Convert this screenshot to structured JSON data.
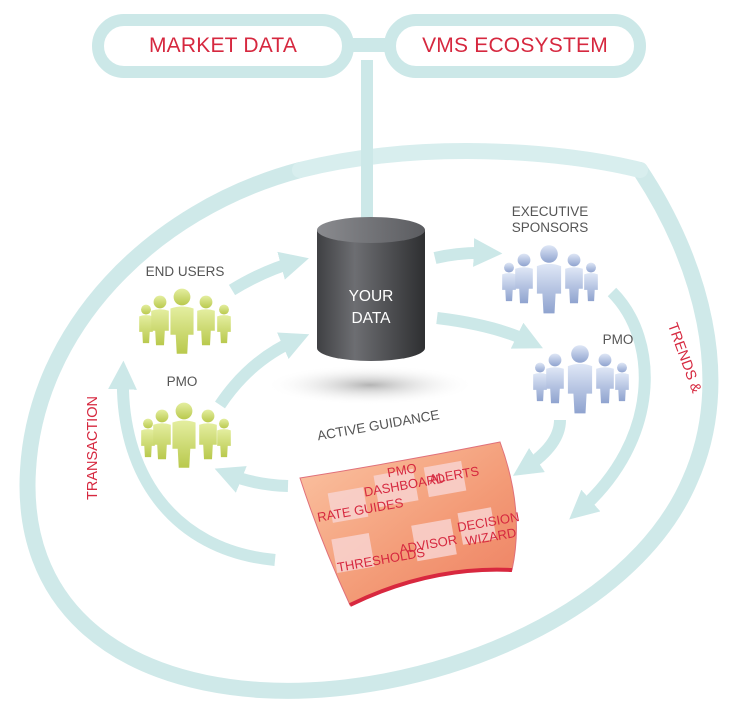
{
  "header": {
    "market_data": "MARKET DATA",
    "vms_ecosystem": "VMS ECOSYSTEM"
  },
  "center": {
    "line1": "YOUR",
    "line2": "DATA"
  },
  "groups": {
    "end_users": "END USERS",
    "pmo_left": "PMO",
    "executive_line1": "EXECUTIVE",
    "executive_line2": "SPONSORS",
    "pmo_right": "PMO"
  },
  "guidance": {
    "title": "ACTIVE GUIDANCE",
    "pmo_dashboard_line1": "PMO",
    "pmo_dashboard_line2": "DASHBOARD",
    "alerts": "ALERTS",
    "rate_guides": "RATE GUIDES",
    "decision_line1": "DECISION",
    "decision_line2": "WIZARD",
    "advisor": "ADVISOR",
    "thresholds": "THRESHOLDS"
  },
  "side_labels": {
    "left": "TRANSACTION",
    "right": "TRENDS &"
  },
  "colors": {
    "accent_red": "#d6283f",
    "flow_teal": "#cce8e8",
    "user_green": "#c9d96a",
    "sponsor_blue": "#a8b9dc",
    "guidance_orange": "#f6a07a",
    "database_gray": "#5a5b5e"
  }
}
